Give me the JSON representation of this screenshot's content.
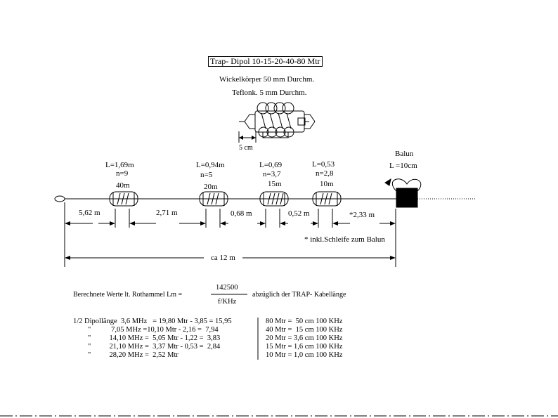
{
  "title": "Trap- Dipol 10-15-20-40-80 Mtr",
  "coil_form": "Wickelkörper  50 mm Durchm.",
  "teflon": "Teflonk. 5 mm Durchm.",
  "coil_dim": "5 cm",
  "balun": {
    "label": "Balun",
    "l": "L =10cm"
  },
  "traps": [
    {
      "l": "L=1,69m",
      "n": "n=9",
      "band": "40m"
    },
    {
      "l": "L=0,94m",
      "n": "n=5",
      "band": "20m"
    },
    {
      "l": "L=0,69",
      "n": "n=3,7",
      "band": "15m"
    },
    {
      "l": "L=0,53",
      "n": "n=2,8",
      "band": "10m"
    }
  ],
  "segments": [
    "5,62 m",
    "2,71 m",
    "0,68 m",
    "0,52 m",
    "*2,33 m"
  ],
  "footnote": "* inkl.Schleife zum Balun",
  "total": "ca 12 m",
  "formula": {
    "prefix": "Berechnete Werte lt. Rothammel Lm =",
    "numerator": "142500",
    "denominator": "f/KHz",
    "suffix": "abzüglich der TRAP- Kabellänge"
  },
  "calc_rows": [
    "1/2 Dipollänge  3,6 MHz   = 19,80 Mtr - 3,85 = 15,95",
    "        \"           7,05 MHz =10,10 Mtr - 2,16 =  7,94",
    "        \"          14,10 MHz =  5,05 Mtr - 1,22 =  3,83",
    "        \"          21,10 MHz =  3,37 Mtr - 0,53 =  2,84",
    "        \"          28,20 MHz =  2,52 Mtr"
  ],
  "cable_rows": [
    "80 Mtr =  50 cm 100 KHz",
    "40 Mtr =  15 cm 100 KHz",
    "20 Mtr = 3,6 cm 100 KHz",
    "15 Mtr = 1,6 cm 100 KHz",
    "10 Mtr = 1,0 cm 100 KHz"
  ]
}
